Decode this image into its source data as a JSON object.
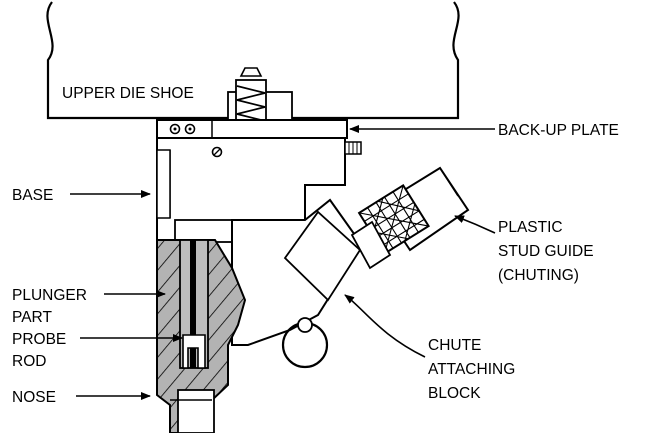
{
  "colors": {
    "ink": "#000000",
    "paper": "#ffffff",
    "shade": "#b3b3b3"
  },
  "labels": {
    "upper_die_shoe": "UPPER DIE SHOE",
    "back_up_plate": "BACK-UP PLATE",
    "base": "BASE",
    "plastic_stud_guide": [
      "PLASTIC",
      "STUD GUIDE",
      "(CHUTING)"
    ],
    "plunger": "PLUNGER",
    "part_probe_rod": [
      "PART",
      "PROBE",
      "ROD"
    ],
    "chute_attaching_block": [
      "CHUTE",
      "ATTACHING",
      "BLOCK"
    ],
    "nose": "NOSE"
  }
}
